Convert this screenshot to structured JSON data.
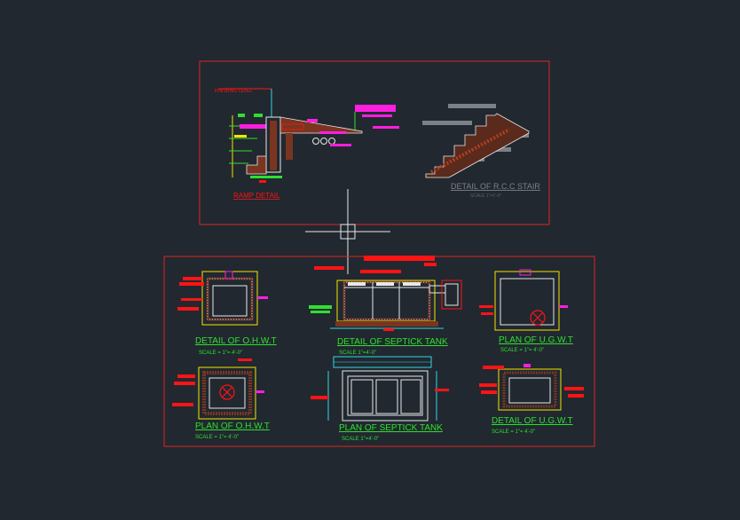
{
  "colors": {
    "background": "#212830",
    "frame": "#e02424",
    "title_green": "#2ee02e",
    "yellow": "#f2e600",
    "cyan": "#33d6e6",
    "magenta": "#ff1ee0",
    "red": "#ff1414",
    "white": "#e8e8e8",
    "gray": "#7d8085"
  },
  "top_sheet": {
    "ramp_note": "FINISHING LEVEL",
    "ramp_title": "RAMP DETAIL",
    "stair_title": "DETAIL OF R.C.C STAIR",
    "stair_scale": "SCALE  1\"=1'-0\""
  },
  "crosshair": {
    "label": "cursor-crosshair"
  },
  "bottom_sheet": {
    "ohwt_detail_title": "DETAIL OF O.H.W.T",
    "ohwt_detail_scale": "SCALE = 1\"= 4'-0\"",
    "septic_detail_title": "DETAIL OF SEPTICK TANK",
    "septic_detail_scale": "SCALE  1\"=4'-0\"",
    "ugwt_plan_title": "PLAN OF U.G.W.T",
    "ugwt_plan_scale": "SCALE = 1\"= 4'-0\"",
    "ohwt_plan_title": "PLAN OF O.H.W.T",
    "ohwt_plan_scale": "SCALE = 1\"= 4'-0\"",
    "septic_plan_title": "PLAN OF SEPTICK TANK",
    "septic_plan_scale": "SCALE  1\"=4'-0\"",
    "ugwt_detail_title": "DETAIL OF U.G.W.T",
    "ugwt_detail_scale": "SCALE = 1\"= 4'-0\""
  }
}
